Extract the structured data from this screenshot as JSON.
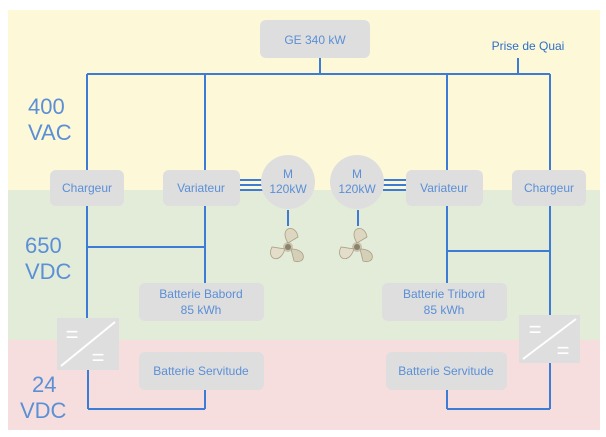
{
  "zones": {
    "ac": {
      "voltage": "400",
      "type": "VAC",
      "color": "#fdf8d8"
    },
    "dc_high": {
      "voltage": "650",
      "type": "VDC",
      "color": "#e3ecd9"
    },
    "dc_low": {
      "voltage": "24",
      "type": "VDC",
      "color": "#f6dede"
    }
  },
  "nodes": {
    "generator": "GE 340 kW",
    "shore": "Prise de Quai",
    "charger_left": "Chargeur",
    "charger_right": "Chargeur",
    "drive_left": "Variateur",
    "drive_right": "Variateur",
    "motor_left": {
      "symbol": "M",
      "power": "120kW"
    },
    "motor_right": {
      "symbol": "M",
      "power": "120kW"
    },
    "battery_port": {
      "name": "Batterie Babord",
      "capacity": "85 kWh"
    },
    "battery_starboard": {
      "name": "Batterie Tribord",
      "capacity": "85 kWh"
    },
    "service_left": "Batterie Servitude",
    "service_right": "Batterie Servitude",
    "converter_left": {
      "in": "=",
      "out": "="
    },
    "converter_right": {
      "in": "=",
      "out": "="
    }
  },
  "icons": {
    "propeller_left": "propeller-icon",
    "propeller_right": "propeller-icon"
  },
  "colors": {
    "line": "#3c7bd6",
    "box": "#dedede",
    "text": "#5b8fd6"
  }
}
